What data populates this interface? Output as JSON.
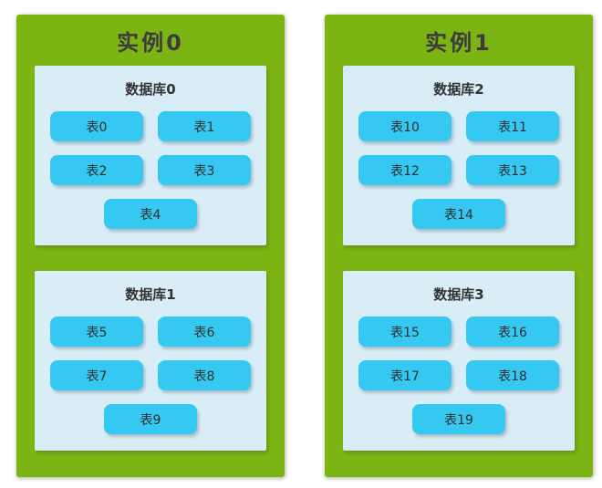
{
  "diagram_title": "database-sharding-diagram",
  "colors": {
    "instance_bg": "#7cb413",
    "database_bg": "#d9edf7",
    "table_chip_bg": "#35c8f1",
    "title_text": "#3c3c3c",
    "label_text": "#333333",
    "page_bg": "#ffffff"
  },
  "instances": [
    {
      "label": "实例0",
      "databases": [
        {
          "label": "数据库0",
          "tables": [
            "表0",
            "表1",
            "表2",
            "表3",
            "表4"
          ]
        },
        {
          "label": "数据库1",
          "tables": [
            "表5",
            "表6",
            "表7",
            "表8",
            "表9"
          ]
        }
      ]
    },
    {
      "label": "实例1",
      "databases": [
        {
          "label": "数据库2",
          "tables": [
            "表10",
            "表11",
            "表12",
            "表13",
            "表14"
          ]
        },
        {
          "label": "数据库3",
          "tables": [
            "表15",
            "表16",
            "表17",
            "表18",
            "表19"
          ]
        }
      ]
    }
  ]
}
